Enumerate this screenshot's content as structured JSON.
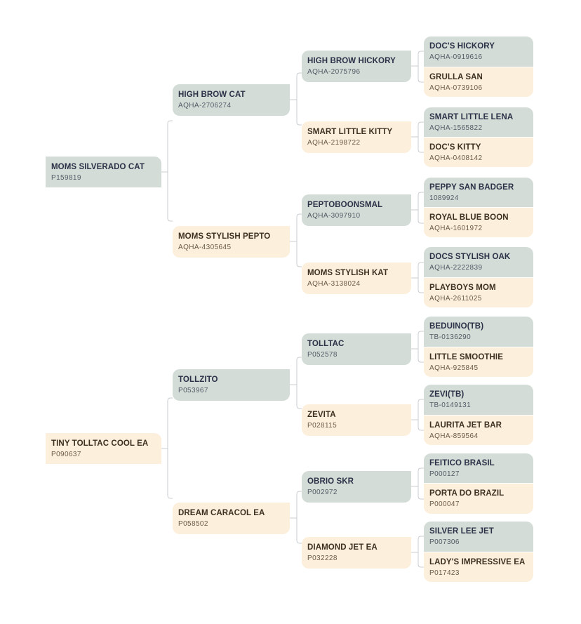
{
  "colors": {
    "sire": "#d3dcd6",
    "dam": "#fcefdc",
    "connector": "#c9cdd1"
  },
  "pedigrees": [
    {
      "name": "MOMS SILVERADO CAT",
      "reg": "P159819",
      "sire": {
        "name": "HIGH BROW CAT",
        "reg": "AQHA-2706274",
        "sire": {
          "name": "HIGH BROW HICKORY",
          "reg": "AQHA-2075796",
          "sire": {
            "name": "DOC'S HICKORY",
            "reg": "AQHA-0919616"
          },
          "dam": {
            "name": "GRULLA SAN",
            "reg": "AQHA-0739106"
          }
        },
        "dam": {
          "name": "SMART LITTLE KITTY",
          "reg": "AQHA-2198722",
          "sire": {
            "name": "SMART LITTLE LENA",
            "reg": "AQHA-1565822"
          },
          "dam": {
            "name": "DOC'S KITTY",
            "reg": "AQHA-0408142"
          }
        }
      },
      "dam": {
        "name": "MOMS STYLISH PEPTO",
        "reg": "AQHA-4305645",
        "sire": {
          "name": "PEPTOBOONSMAL",
          "reg": "AQHA-3097910",
          "sire": {
            "name": "PEPPY SAN BADGER",
            "reg": "1089924"
          },
          "dam": {
            "name": "ROYAL BLUE BOON",
            "reg": "AQHA-1601972"
          }
        },
        "dam": {
          "name": "MOMS STYLISH KAT",
          "reg": "AQHA-3138024",
          "sire": {
            "name": "DOCS STYLISH OAK",
            "reg": "AQHA-2222839"
          },
          "dam": {
            "name": "PLAYBOYS MOM",
            "reg": "AQHA-2611025"
          }
        }
      }
    },
    {
      "name": "TINY TOLLTAC COOL EA",
      "reg": "P090637",
      "sire": {
        "name": "TOLLZITO",
        "reg": "P053967",
        "sire": {
          "name": "TOLLTAC",
          "reg": "P052578",
          "sire": {
            "name": "BEDUINO(TB)",
            "reg": "TB-0136290"
          },
          "dam": {
            "name": "LITTLE SMOOTHIE",
            "reg": "AQHA-925845"
          }
        },
        "dam": {
          "name": "ZEVITA",
          "reg": "P028115",
          "sire": {
            "name": "ZEVI(TB)",
            "reg": "TB-0149131"
          },
          "dam": {
            "name": "LAURITA JET BAR",
            "reg": "AQHA-859564"
          }
        }
      },
      "dam": {
        "name": "DREAM CARACOL EA",
        "reg": "P058502",
        "sire": {
          "name": "OBRIO SKR",
          "reg": "P002972",
          "sire": {
            "name": "FEITICO BRASIL",
            "reg": "P000127"
          },
          "dam": {
            "name": "PORTA DO BRAZIL",
            "reg": "P000047"
          }
        },
        "dam": {
          "name": "DIAMOND JET EA",
          "reg": "P032228",
          "sire": {
            "name": "SILVER LEE JET",
            "reg": "P007306"
          },
          "dam": {
            "name": "LADY'S IMPRESSIVE EA",
            "reg": "P017423"
          }
        }
      }
    }
  ]
}
